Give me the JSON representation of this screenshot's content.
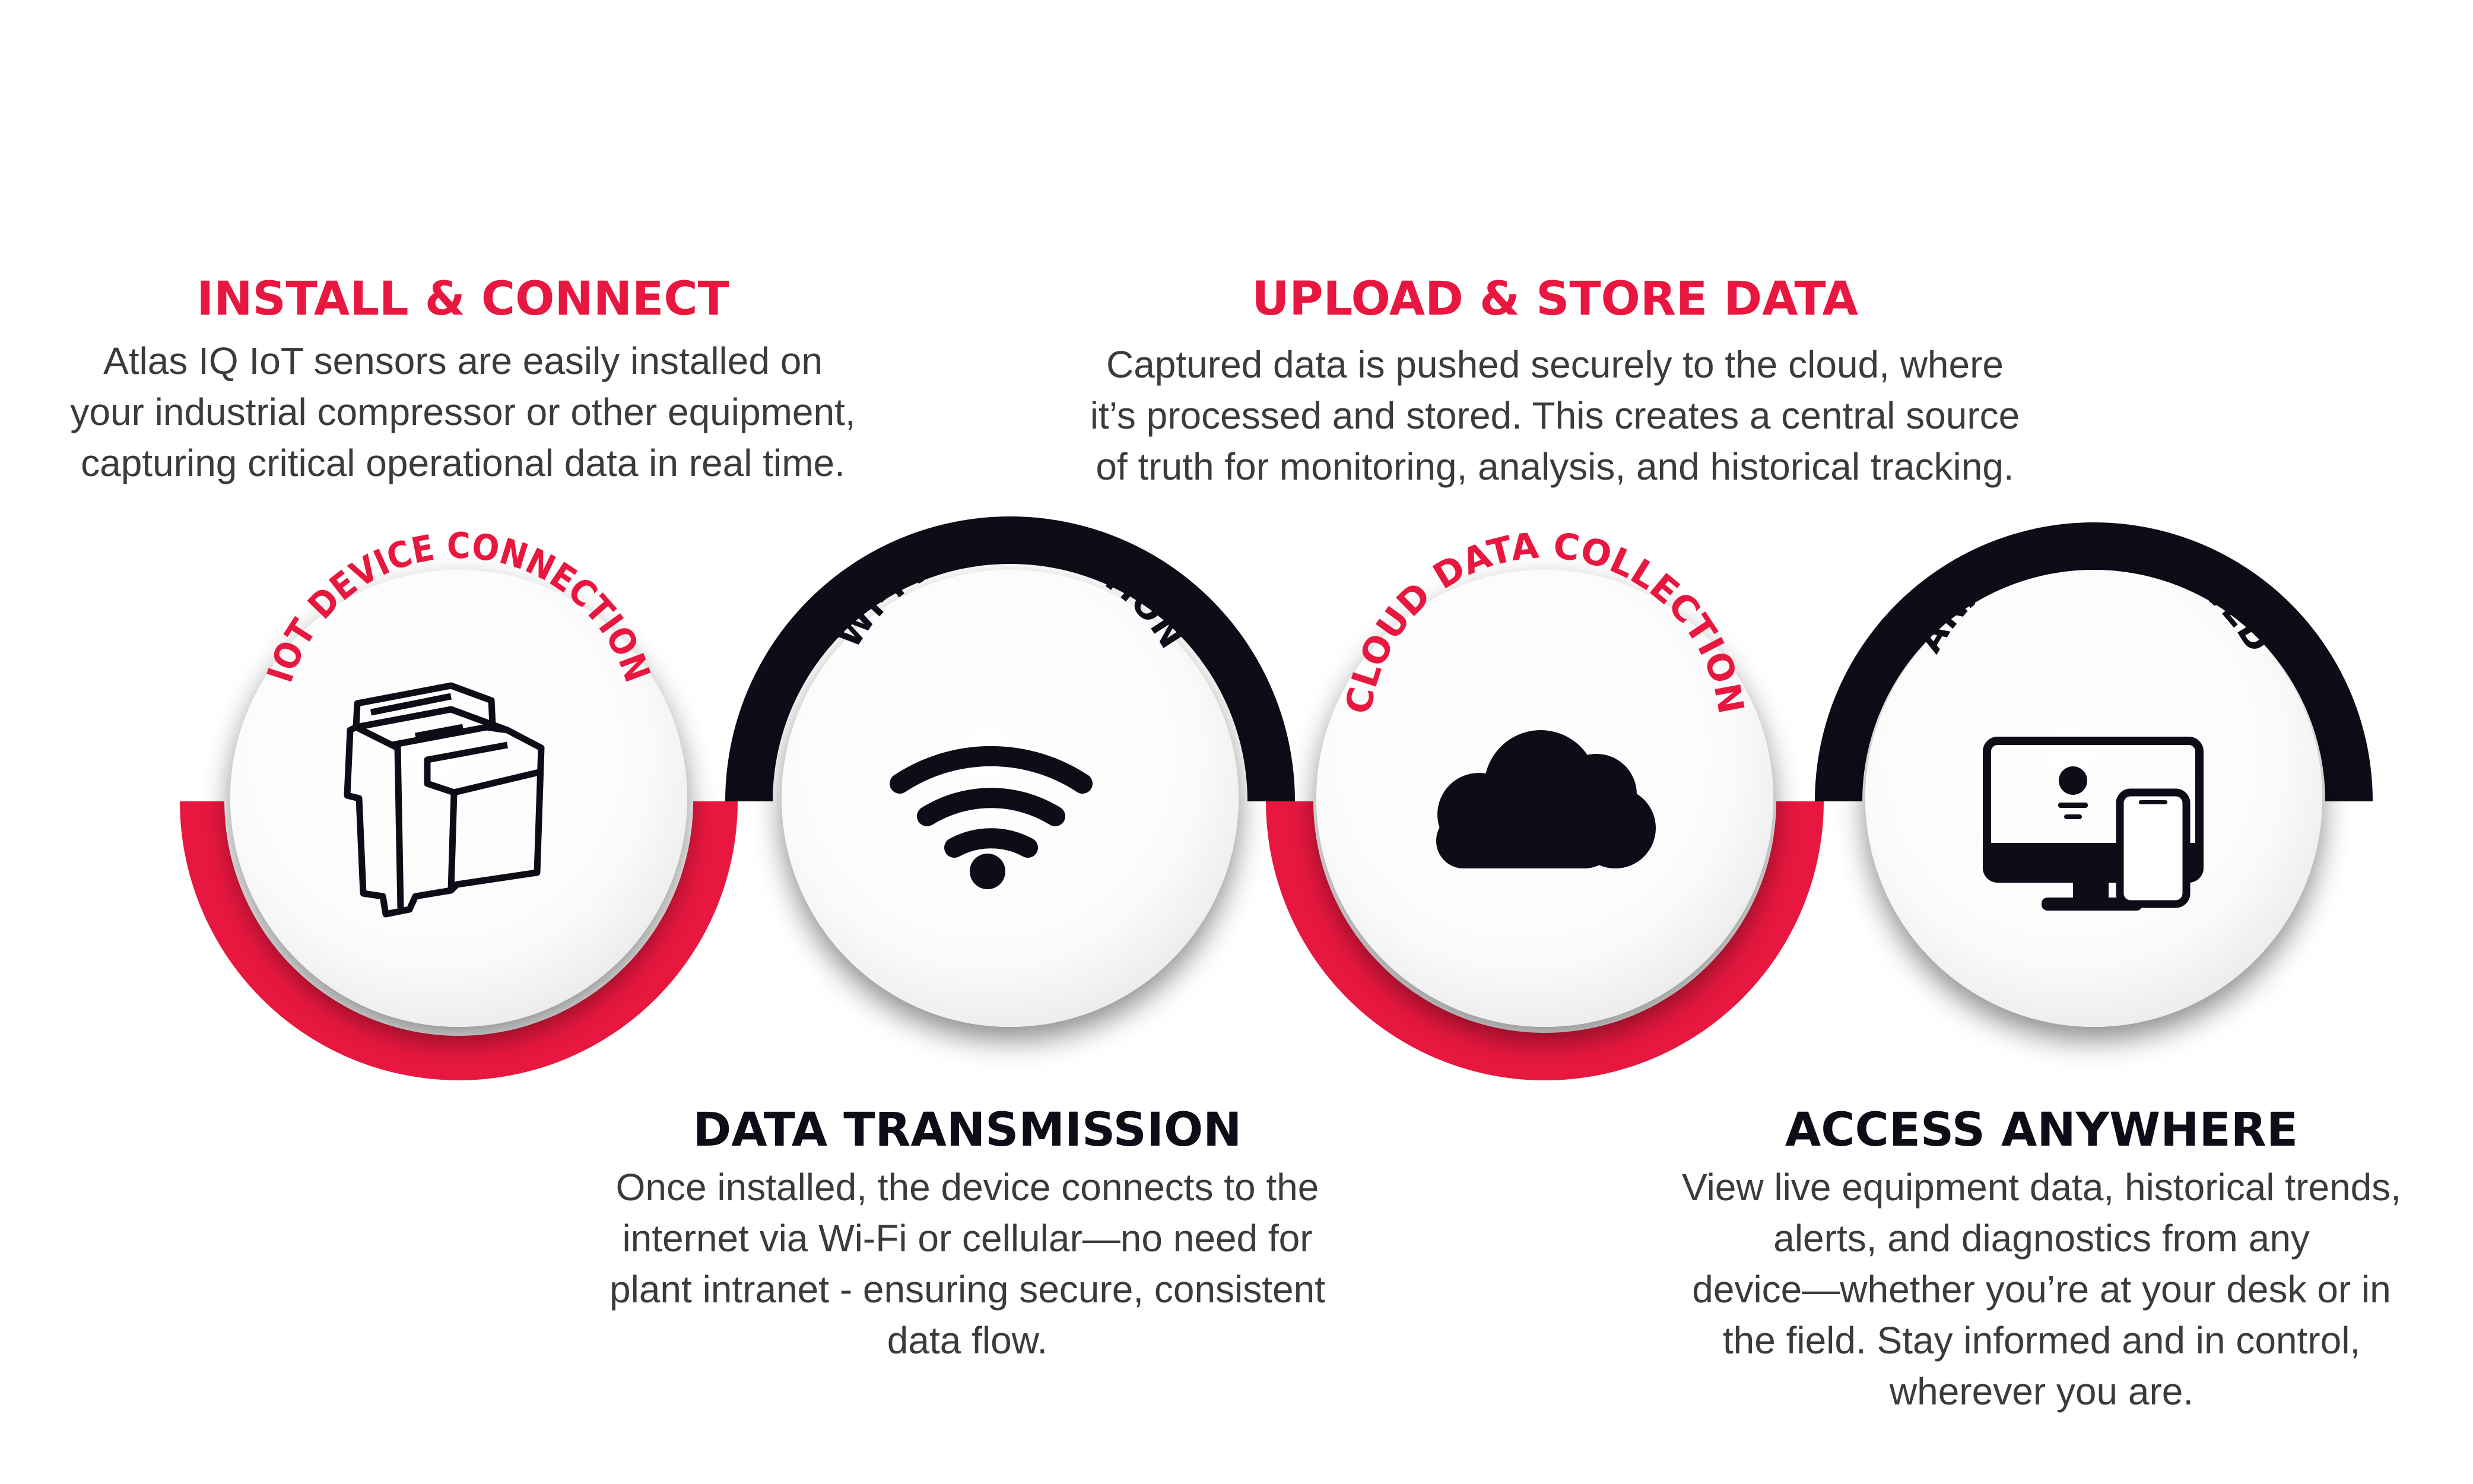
{
  "colors": {
    "accent_red": "#e8173f",
    "accent_dark": "#0d0c17",
    "text_gray": "#3b3b3b"
  },
  "steps": [
    {
      "heading": "INSTALL & CONNECT",
      "description_lines": [
        "Atlas IQ IoT sensors are easily installed on",
        "your industrial compressor or other equipment,",
        "capturing critical operational data in real time."
      ]
    },
    {
      "heading": "DATA TRANSMISSION",
      "description_lines": [
        "Once installed, the device connects to the",
        "internet via Wi-Fi or cellular—no need for",
        "plant intranet - ensuring secure, consistent",
        "data flow."
      ]
    },
    {
      "heading": "UPLOAD & STORE DATA",
      "description_lines": [
        "Captured data is pushed securely to the cloud, where",
        "it’s processed and stored. This creates a central source",
        "of truth for monitoring, analysis, and historical tracking."
      ]
    },
    {
      "heading": "ACCESS ANYWHERE",
      "description_lines": [
        "View live equipment data, historical trends,",
        "alerts, and diagnostics from any",
        "device—whether you’re at your desk or in",
        "the field. Stay informed and in control,",
        "wherever you are."
      ]
    }
  ],
  "circles": [
    {
      "label": "IOT DEVICE CONNECTION",
      "icon": "iot-device-icon",
      "arc_color": "#e8173f",
      "arc_side": "bottom",
      "label_color": "#e8173f"
    },
    {
      "label": "Wi-Fi CONNECTION",
      "icon": "wifi-icon",
      "arc_color": "#0d0c17",
      "arc_side": "top",
      "label_color": "#0d0c17"
    },
    {
      "label": "CLOUD DATA COLLECTION",
      "icon": "cloud-icon",
      "arc_color": "#e8173f",
      "arc_side": "bottom",
      "label_color": "#e8173f"
    },
    {
      "label": "ANALYTICS VIEWED",
      "icon": "monitor-phone-icon",
      "arc_color": "#0d0c17",
      "arc_side": "top",
      "label_color": "#0d0c17"
    }
  ]
}
